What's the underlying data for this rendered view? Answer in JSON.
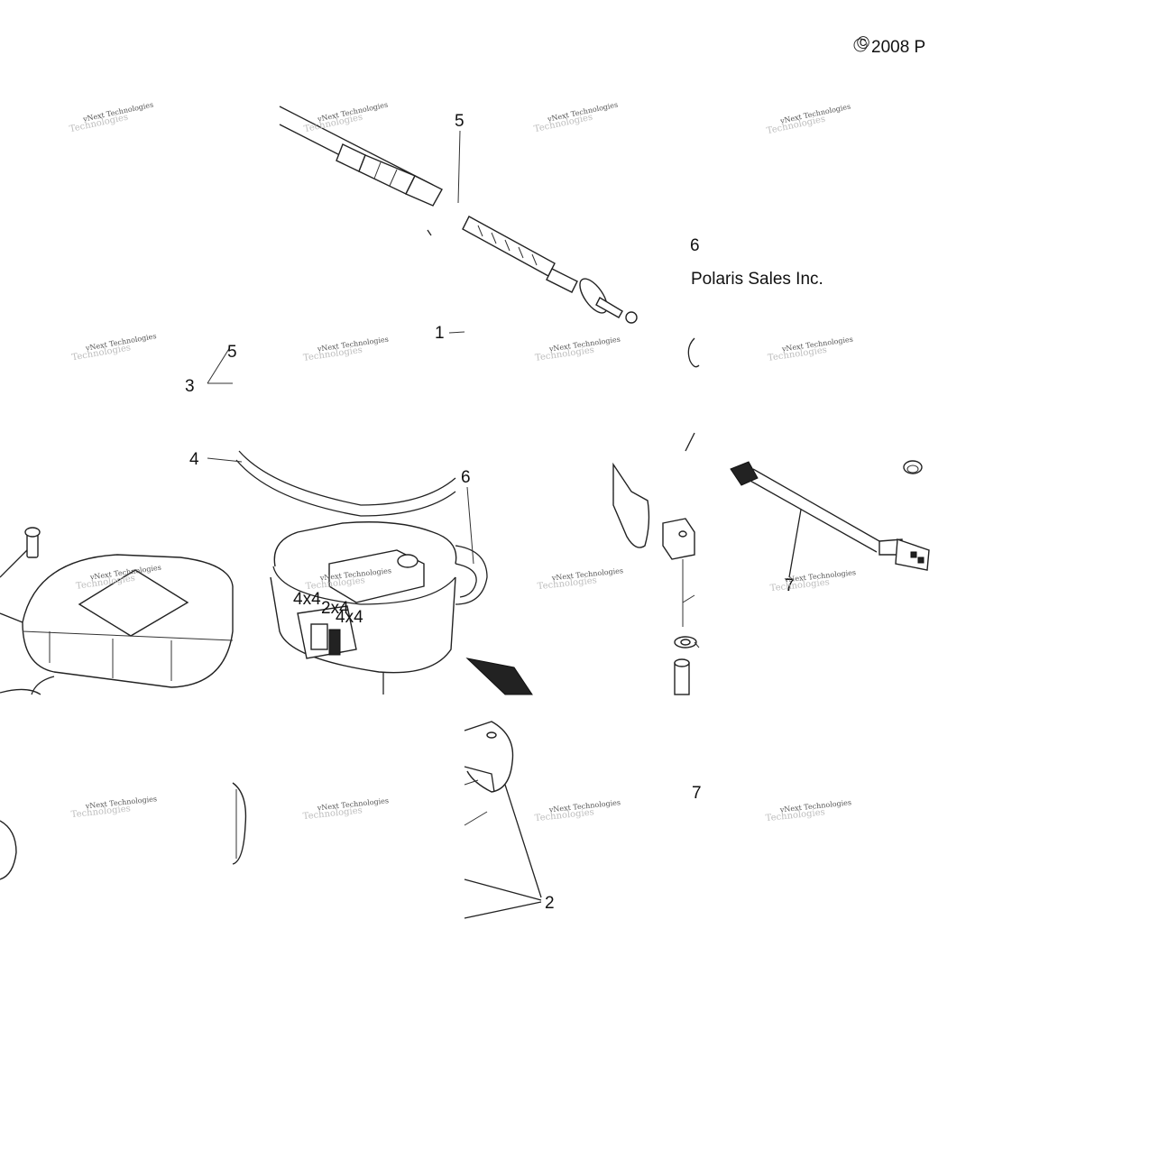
{
  "copyright": {
    "symbol": "©",
    "text": "2008 P",
    "company": "Polaris Sales Inc."
  },
  "callouts": [
    {
      "id": "1",
      "label": "1"
    },
    {
      "id": "2",
      "label": "2"
    },
    {
      "id": "3",
      "label": "3"
    },
    {
      "id": "4",
      "label": "4"
    },
    {
      "id": "5",
      "label": "5"
    },
    {
      "id": "6",
      "label": "6"
    },
    {
      "id": "7",
      "label": "7"
    }
  ],
  "fragments": {
    "frag_6": "6",
    "frag_5": "5",
    "frag_7": "7"
  },
  "switch_markings": {
    "mode_a": "4x4",
    "mode_b": "2x4",
    "mode_c": "4x4"
  },
  "watermark": {
    "line1": "vNext Technologies",
    "line2": "Technologies"
  }
}
